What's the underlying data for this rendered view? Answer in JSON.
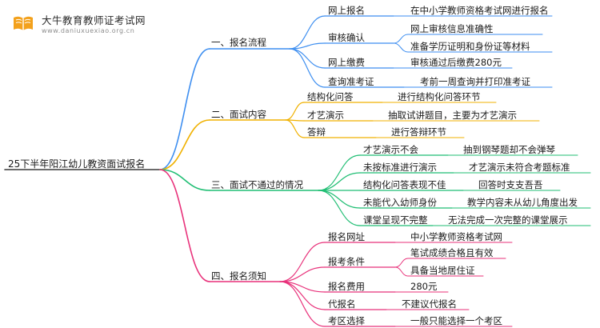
{
  "watermark": {
    "title": "大牛教育教师证考试网",
    "url": "www.daniuxuexiao.org.cn",
    "icon": "open-book-icon"
  },
  "colors": {
    "root": "#3a3a3a",
    "b0": "#3d8ef0",
    "b1": "#f0b100",
    "b2": "#1fbe73",
    "b3": "#e8317a"
  },
  "mindmap": {
    "root": "25下半年阳江幼儿教资面试报名",
    "branches": [
      {
        "label": "一、报名流程",
        "items": [
          {
            "label": "网上报名",
            "details": [
              "在中小学教师资格考试网进行报名"
            ]
          },
          {
            "label": "审核确认",
            "details": [
              "网上审核信息准确性",
              "准备学历证明和身份证等材料"
            ]
          },
          {
            "label": "网上缴费",
            "details": [
              "审核通过后缴费280元"
            ]
          },
          {
            "label": "查询准考证",
            "details": [
              "考前一周查询并打印准考证"
            ]
          }
        ]
      },
      {
        "label": "二、面试内容",
        "items": [
          {
            "label": "结构化问答",
            "details": [
              "进行结构化问答环节"
            ]
          },
          {
            "label": "才艺演示",
            "details": [
              "抽取试讲题目，主要为才艺演示"
            ]
          },
          {
            "label": "答辩",
            "details": [
              "进行答辩环节"
            ]
          }
        ]
      },
      {
        "label": "三、面试不通过的情况",
        "items": [
          {
            "label": "才艺演示不会",
            "details": [
              "抽到钢琴题却不会弹琴"
            ]
          },
          {
            "label": "未按标准进行演示",
            "details": [
              "才艺演示未符合考题标准"
            ]
          },
          {
            "label": "结构化问答表现不佳",
            "details": [
              "回答时支支吾吾"
            ]
          },
          {
            "label": "未能代入幼师身份",
            "details": [
              "教学内容未从幼儿角度出发"
            ]
          },
          {
            "label": "课堂呈现不完整",
            "details": [
              "无法完成一次完整的课堂展示"
            ]
          }
        ]
      },
      {
        "label": "四、报名须知",
        "items": [
          {
            "label": "报名网址",
            "details": [
              "中小学教师资格考试网"
            ]
          },
          {
            "label": "报考条件",
            "details": [
              "笔试成绩合格且有效",
              "具备当地居住证"
            ]
          },
          {
            "label": "报名费用",
            "details": [
              "280元"
            ]
          },
          {
            "label": "代报名",
            "details": [
              "不建议代报名"
            ]
          },
          {
            "label": "考区选择",
            "details": [
              "一般只能选择一个考区"
            ]
          }
        ]
      }
    ]
  }
}
